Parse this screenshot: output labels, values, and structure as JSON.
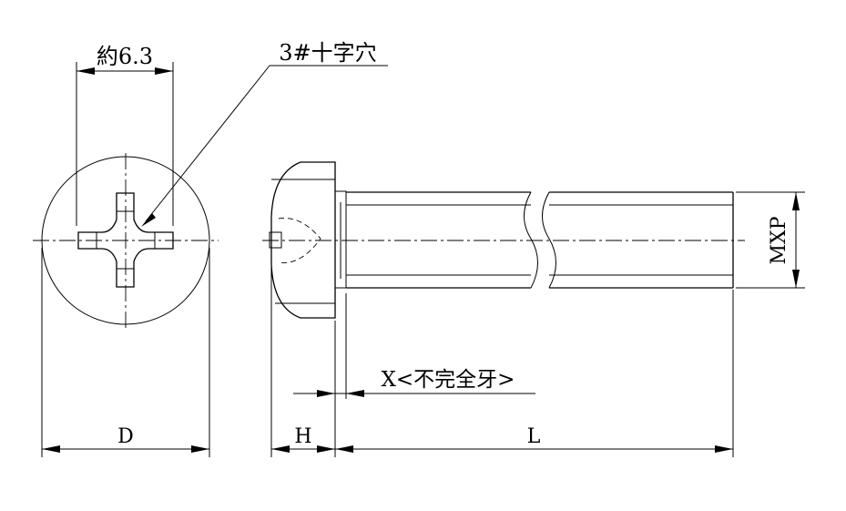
{
  "drawing": {
    "labels": {
      "width_approx": "約6.3",
      "cross_recess": "3#十字穴",
      "incomplete_thread": "X<不完全牙>",
      "head_diameter": "D",
      "head_height": "H",
      "length": "L",
      "thread_spec": "MXP"
    }
  }
}
